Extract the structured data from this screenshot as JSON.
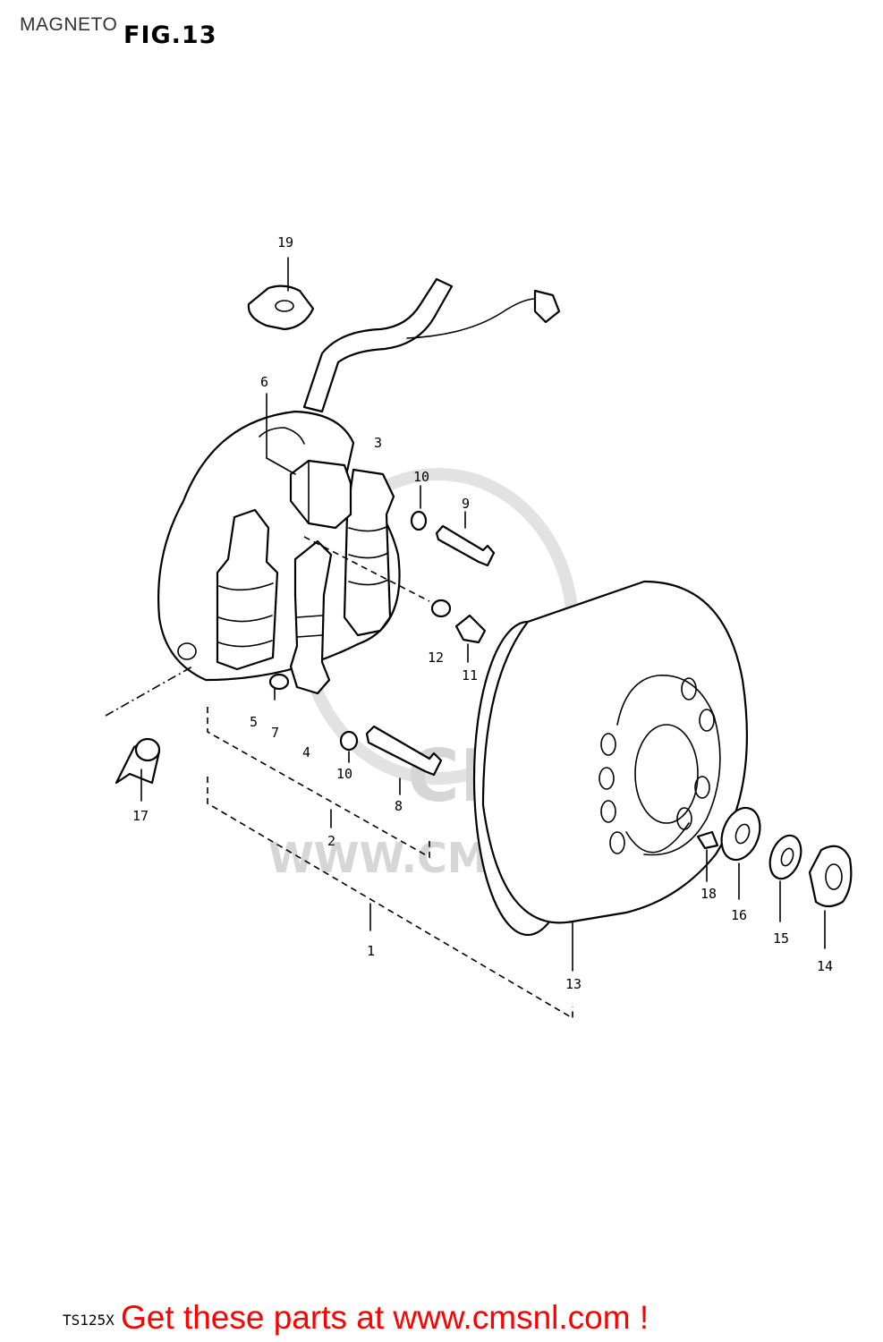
{
  "header": {
    "section_title": "MAGNETO",
    "figure_label": "FIG.13"
  },
  "watermark": {
    "logo_text": "CMS",
    "url_text": "WWW.CMSNL.COM"
  },
  "callouts": {
    "c1": "1",
    "c2": "2",
    "c3": "3",
    "c4": "4",
    "c5": "5",
    "c6": "6",
    "c7": "7",
    "c8": "8",
    "c9": "9",
    "c10a": "10",
    "c10b": "10",
    "c11": "11",
    "c12": "12",
    "c13": "13",
    "c14": "14",
    "c15": "15",
    "c16": "16",
    "c17": "17",
    "c18": "18",
    "c19": "19"
  },
  "footer": {
    "model_code": "TS125X",
    "promo_text": "Get these parts at www.cmsnl.com !"
  },
  "colors": {
    "promo": "#ff0000",
    "watermark": "#d6d6d6",
    "line": "#000000"
  }
}
